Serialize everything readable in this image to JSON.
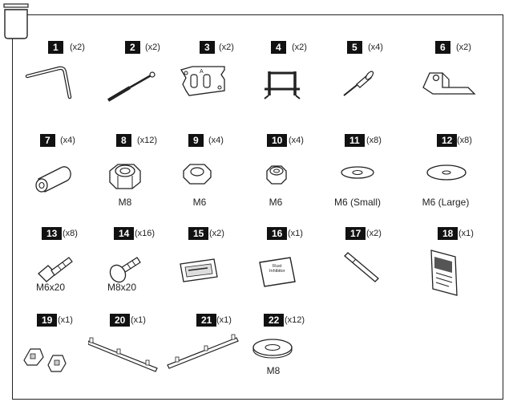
{
  "parts": [
    {
      "num": "1",
      "qty": "(x2)",
      "caption": "",
      "icon": "bent-rod-icon"
    },
    {
      "num": "2",
      "qty": "(x2)",
      "caption": "",
      "icon": "gas-strut-icon"
    },
    {
      "num": "3",
      "qty": "(x2)",
      "caption": "",
      "icon": "hinge-plate-icon",
      "plate_letter": "A"
    },
    {
      "num": "4",
      "qty": "(x2)",
      "caption": "",
      "icon": "u-bolt-icon"
    },
    {
      "num": "5",
      "qty": "(x4)",
      "caption": "",
      "icon": "rivet-icon"
    },
    {
      "num": "6",
      "qty": "(x2)",
      "caption": "",
      "icon": "mount-bracket-icon"
    },
    {
      "num": "7",
      "qty": "(x4)",
      "caption": "",
      "icon": "spacer-icon"
    },
    {
      "num": "8",
      "qty": "(x12)",
      "caption": "M8",
      "icon": "lock-nut-icon"
    },
    {
      "num": "9",
      "qty": "(x4)",
      "caption": "M6",
      "icon": "hex-nut-icon"
    },
    {
      "num": "10",
      "qty": "(x4)",
      "caption": "M6",
      "icon": "lock-nut-small-icon"
    },
    {
      "num": "11",
      "qty": "(x8)",
      "caption": "M6 (Small)",
      "icon": "washer-small-icon"
    },
    {
      "num": "12",
      "qty": "(x8)",
      "caption": "M6 (Large)",
      "icon": "washer-large-icon"
    },
    {
      "num": "13",
      "qty": "(x8)",
      "caption": "M6x20",
      "icon": "hex-bolt-icon"
    },
    {
      "num": "14",
      "qty": "(x16)",
      "caption": "M8x20",
      "icon": "flange-bolt-icon"
    },
    {
      "num": "15",
      "qty": "(x2)",
      "caption": "",
      "icon": "wipe-packet-icon"
    },
    {
      "num": "16",
      "qty": "(x1)",
      "caption": "",
      "icon": "rust-inhibitor-icon",
      "packet_text": [
        "Rust",
        "Inhibitor"
      ]
    },
    {
      "num": "17",
      "qty": "(x2)",
      "caption": "",
      "icon": "touch-up-pen-icon"
    },
    {
      "num": "18",
      "qty": "(x1)",
      "caption": "",
      "icon": "manual-icon"
    },
    {
      "num": "19",
      "qty": "(x1)",
      "caption": "",
      "icon": "clip-pair-icon"
    },
    {
      "num": "20",
      "qty": "(x1)",
      "caption": "",
      "icon": "rail-left-icon"
    },
    {
      "num": "21",
      "qty": "(x1)",
      "caption": "",
      "icon": "rail-right-icon"
    },
    {
      "num": "22",
      "qty": "(x12)",
      "caption": "M8",
      "icon": "washer-flat-icon"
    }
  ],
  "colors": {
    "ink": "#222222",
    "badge": "#111111",
    "paper": "#ffffff",
    "shade": "#cccccc"
  }
}
